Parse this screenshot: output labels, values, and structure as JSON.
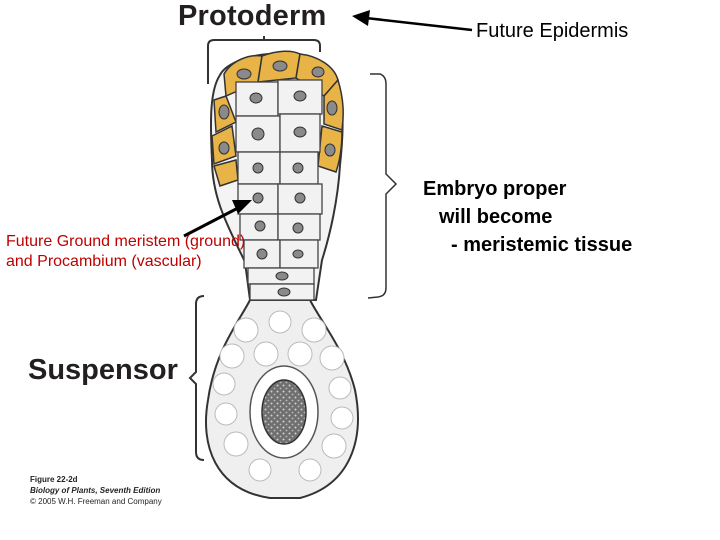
{
  "labels": {
    "protoderm": "Protoderm",
    "future_epidermis": "Future Epidermis",
    "ground_line1": "Future Ground meristem (ground)",
    "ground_line2": "and Procambium (vascular)",
    "embryo_line1": "Embryo proper",
    "embryo_line2": "will become",
    "embryo_line3": "- meristemic tissue",
    "suspensor": "Suspensor"
  },
  "credit": {
    "line1": "Figure 22-2d",
    "line2": "Biology of Plants, Seventh Edition",
    "line3": "© 2005 W.H. Freeman and Company"
  },
  "colors": {
    "protoderm_cell": "#e8b347",
    "inner_cell": "#f2f2f2",
    "nucleus": "#8a8a8a",
    "label_red": "#c00000"
  }
}
